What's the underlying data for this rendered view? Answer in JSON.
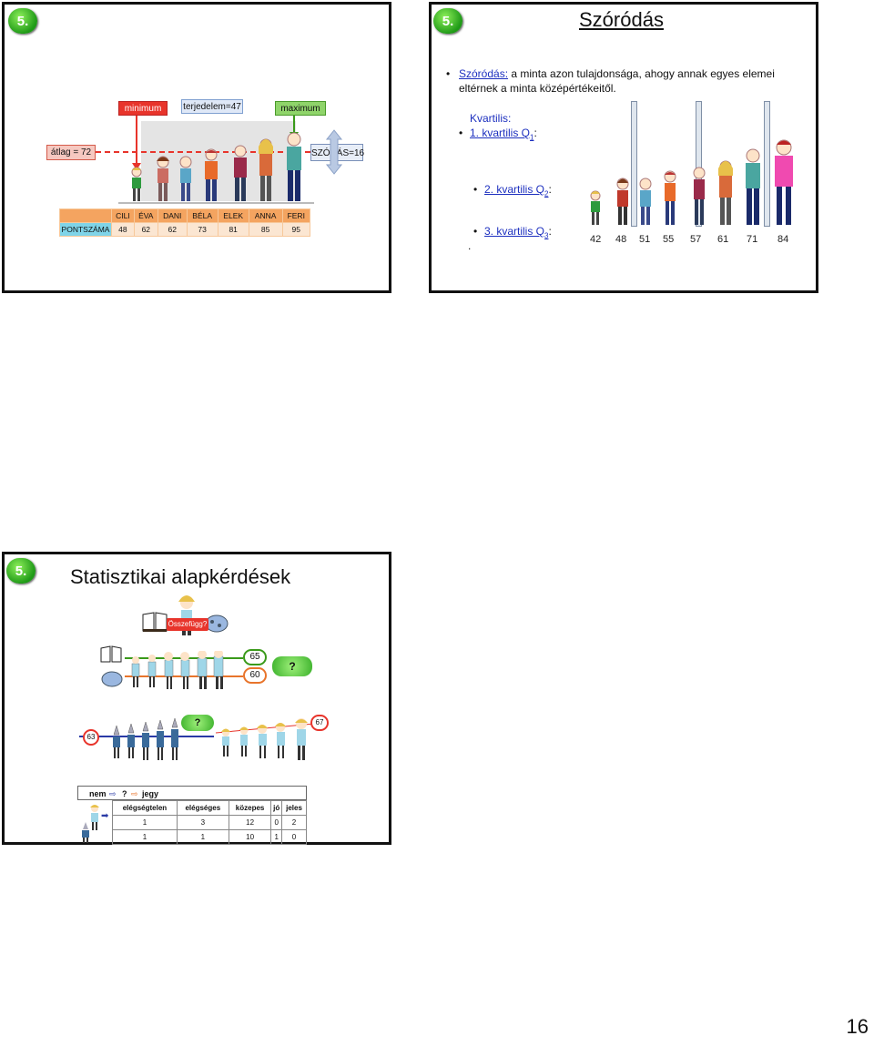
{
  "slide1": {
    "badge": "5.",
    "minimum": "minimum",
    "terjedelem": "terjedelem=47",
    "maximum": "maximum",
    "atlag": "átlag = 72",
    "szoras": "SZÓRÁS=16",
    "table": {
      "names": [
        "CILI",
        "ÉVA",
        "DANI",
        "BÉLA",
        "ELEK",
        "ANNA",
        "FERI"
      ],
      "row_label": "PONTSZÁMA",
      "scores": [
        "48",
        "62",
        "62",
        "73",
        "81",
        "85",
        "95"
      ]
    }
  },
  "slide2": {
    "badge": "5.",
    "title": "Szóródás",
    "def_term": "Szóródás:",
    "def_text": " a minta azon tulajdonsága, ahogy annak egyes elemei",
    "def_text2": "eltérnek a minta középértékeitől.",
    "kvartilis": "Kvartilis:",
    "q1": "1. kvartilis Q",
    "q1_sub": "1",
    "q2": "2. kvartilis Q",
    "q2_sub": "2",
    "q3": "3. kvartilis Q",
    "q3_sub": "3",
    "colon": ":",
    "dot": ".",
    "values": [
      "42",
      "48",
      "51",
      "55",
      "57",
      "61",
      "71",
      "84"
    ]
  },
  "slide3": {
    "badge": "5.",
    "title": "Statisztikai alapkérdések",
    "osszefugg": "Összefügg?",
    "v65": "65",
    "v60": "60",
    "q_mark1": "?",
    "q_mark2": "?",
    "v63": "63",
    "v67": "67",
    "nem": "nem",
    "q_mark3": "?",
    "jegy": "jegy",
    "grades": {
      "headers": [
        "elégségtelen",
        "elégséges",
        "közepes",
        "jó",
        "jeles"
      ],
      "row1": [
        "1",
        "3",
        "12",
        "0",
        "2"
      ],
      "row2": [
        "1",
        "1",
        "10",
        "1",
        "0"
      ]
    }
  },
  "page_number": "16"
}
